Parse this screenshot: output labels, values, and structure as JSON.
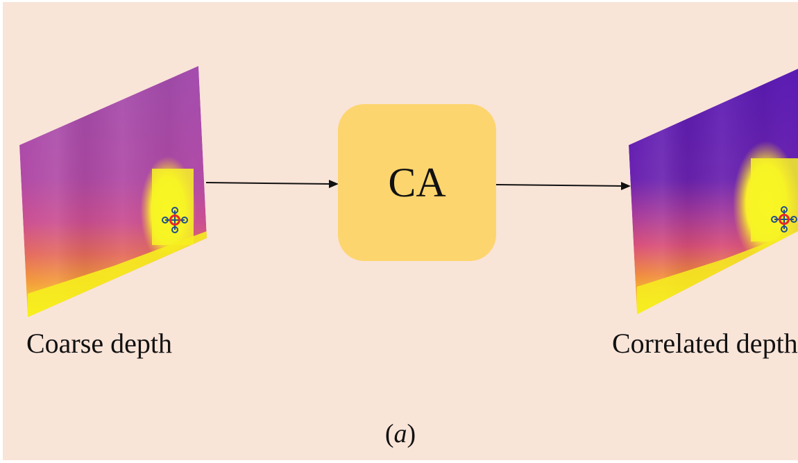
{
  "colors": {
    "background": "#f9e4d8",
    "ca_box": "#fdd56e",
    "arrow": "#111111",
    "depth_dark": "#a34cae",
    "depth_deep": "#4a16b6",
    "depth_mid": "#d2448f",
    "depth_warm": "#ef7a3c",
    "depth_hot": "#f7ff1a",
    "marker_center": "#e8262c",
    "marker_ring": "#1f4f8c"
  },
  "diagram": {
    "input_label": "Coarse depth",
    "module_label": "CA",
    "output_label": "Correlated depth",
    "caption_open": "(",
    "caption_letter": "a",
    "caption_close": ")"
  },
  "icons": {
    "marker": "sampling-points-icon",
    "arrow": "arrow-right-icon"
  }
}
